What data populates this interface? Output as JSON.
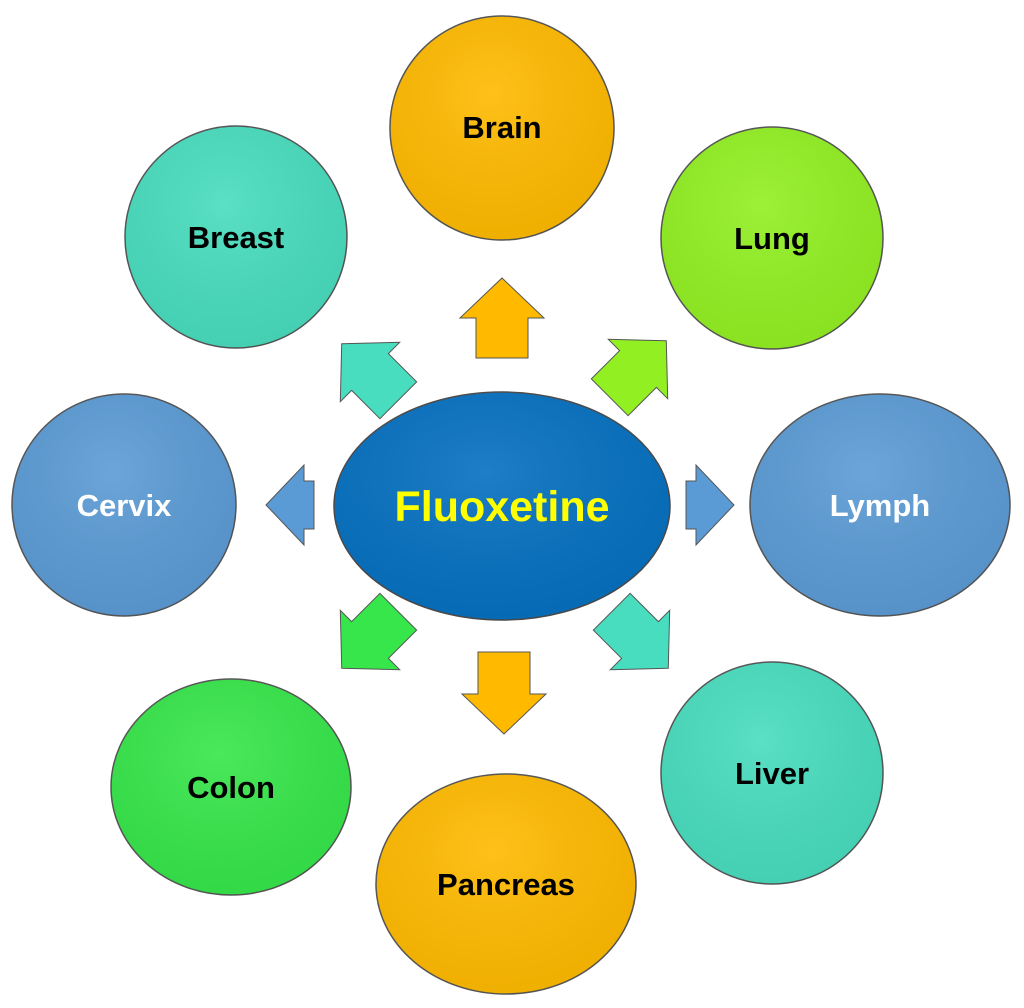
{
  "center": {
    "label": "Fluoxetine",
    "fill": "#0570C0",
    "text_color": "#FFFF00"
  },
  "nodes": [
    {
      "id": "brain",
      "label": "Brain",
      "fill": "#FFBA00",
      "text_color": "#000000"
    },
    {
      "id": "lung",
      "label": "Lung",
      "fill": "#92F022",
      "text_color": "#000000"
    },
    {
      "id": "lymph",
      "label": "Lymph",
      "fill": "#5B9BD5",
      "text_color": "#FFFFFF"
    },
    {
      "id": "liver",
      "label": "Liver",
      "fill": "#48DDBE",
      "text_color": "#000000"
    },
    {
      "id": "pancreas",
      "label": "Pancreas",
      "fill": "#FFBA00",
      "text_color": "#000000"
    },
    {
      "id": "colon",
      "label": "Colon",
      "fill": "#36E64A",
      "text_color": "#000000"
    },
    {
      "id": "cervix",
      "label": "Cervix",
      "fill": "#5B9BD5",
      "text_color": "#FFFFFF"
    },
    {
      "id": "breast",
      "label": "Breast",
      "fill": "#48DDBE",
      "text_color": "#000000"
    }
  ]
}
